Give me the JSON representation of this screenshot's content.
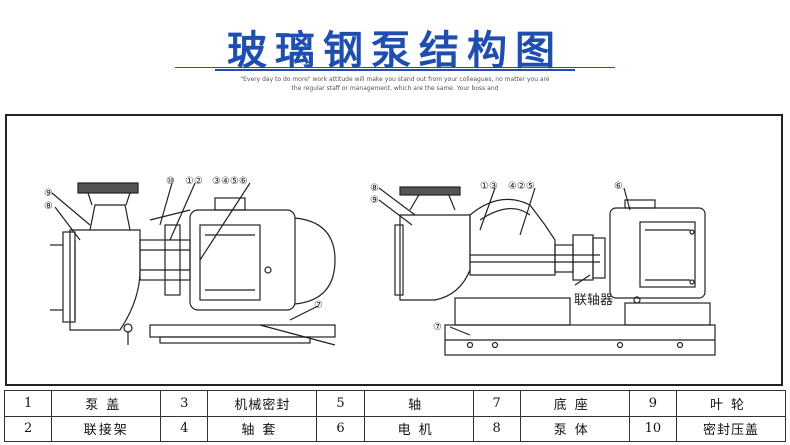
{
  "header": {
    "title": "玻璃钢泵结构图",
    "subtitle_line1": "\"Every day to do more\" work attitude will make you stand out from your colleagues, no matter you are",
    "subtitle_line2": "the regular staff or management, which are the same. Your boss and"
  },
  "diagram": {
    "left_callouts": [
      "⑨",
      "⑧",
      "⑩",
      "①②",
      "③④⑤⑥",
      "⑦"
    ],
    "right_callouts": [
      "⑧",
      "⑨",
      "①③",
      "④②⑤",
      "⑥",
      "⑦"
    ],
    "coupling_label": "联轴器"
  },
  "legend": [
    [
      {
        "num": "1",
        "name": "泵盖"
      },
      {
        "num": "3",
        "name": "机械密封"
      },
      {
        "num": "5",
        "name": "轴"
      },
      {
        "num": "7",
        "name": "底座"
      },
      {
        "num": "9",
        "name": "叶轮"
      }
    ],
    [
      {
        "num": "2",
        "name": "联接架"
      },
      {
        "num": "4",
        "name": "轴套"
      },
      {
        "num": "6",
        "name": "电机"
      },
      {
        "num": "8",
        "name": "泵体"
      },
      {
        "num": "10",
        "name": "密封压盖"
      }
    ]
  ],
  "colors": {
    "title": "#1e4fb0",
    "accent_bar": "#1e4fb0",
    "line": "#222222"
  }
}
